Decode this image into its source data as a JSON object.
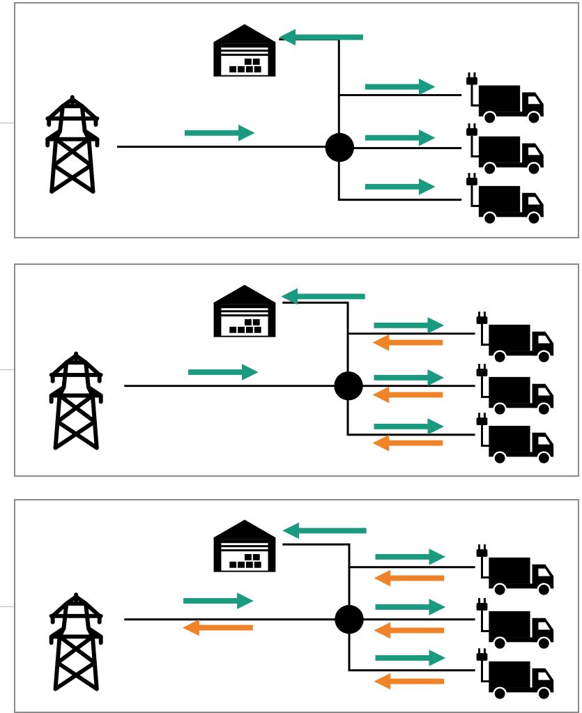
{
  "colors": {
    "line": "#000000",
    "forward_arrow": "#1a9b7f",
    "reverse_arrow": "#f08227",
    "panel_border": "#8a8a8a"
  },
  "icons": {
    "source": "transmission-tower-icon",
    "storage": "warehouse-icon",
    "loads": "electric-truck-icon",
    "junction": "junction-node-icon"
  },
  "panels": [
    {
      "id": "panel-1",
      "grid_to_node": "forward",
      "node_to_grid": false,
      "node_to_warehouse": "forward",
      "trucks": [
        {
          "charge": true,
          "discharge": false
        },
        {
          "charge": true,
          "discharge": false
        },
        {
          "charge": true,
          "discharge": false
        }
      ]
    },
    {
      "id": "panel-2",
      "grid_to_node": "forward",
      "node_to_grid": false,
      "node_to_warehouse": "forward",
      "trucks": [
        {
          "charge": true,
          "discharge": true
        },
        {
          "charge": true,
          "discharge": true
        },
        {
          "charge": true,
          "discharge": true
        }
      ]
    },
    {
      "id": "panel-3",
      "grid_to_node": "forward",
      "node_to_grid": true,
      "node_to_warehouse": "forward",
      "trucks": [
        {
          "charge": true,
          "discharge": true
        },
        {
          "charge": true,
          "discharge": true
        },
        {
          "charge": true,
          "discharge": true
        }
      ]
    }
  ]
}
